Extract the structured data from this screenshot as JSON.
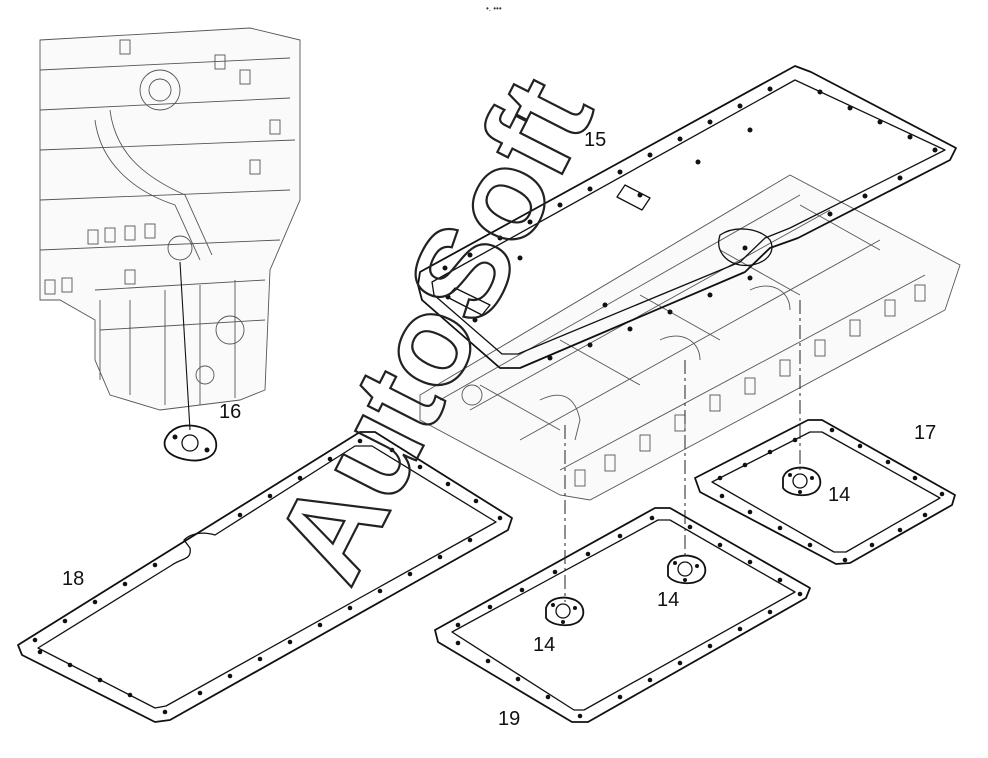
{
  "watermark": "AutoSoft",
  "header_mark": "•. •••",
  "callouts": {
    "c15": "15",
    "c16": "16",
    "c17": "17",
    "c18": "18",
    "c19": "19",
    "c14a": "14",
    "c14b": "14",
    "c14c": "14"
  }
}
